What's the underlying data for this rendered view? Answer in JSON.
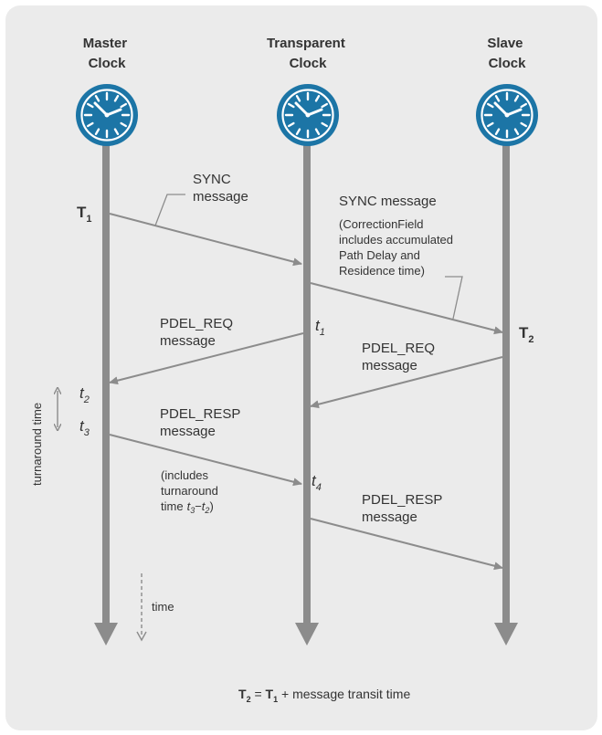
{
  "headers": {
    "master": [
      "Master",
      "Clock"
    ],
    "transparent": [
      "Transparent",
      "Clock"
    ],
    "slave": [
      "Slave",
      "Clock"
    ]
  },
  "messages": {
    "sync_master": [
      "SYNC",
      "message"
    ],
    "sync_tc": "SYNC message",
    "sync_tc_note": [
      "(CorrectionField",
      "includes accumulated",
      "Path Delay and",
      "Residence time)"
    ],
    "pdel_req_left": [
      "PDEL_REQ",
      "message"
    ],
    "pdel_req_right": [
      "PDEL_REQ",
      "message"
    ],
    "pdel_resp_left": [
      "PDEL_RESP",
      "message"
    ],
    "pdel_resp_note": [
      "(includes",
      "turnaround",
      "time"
    ],
    "pdel_resp_right": [
      "PDEL_RESP",
      "message"
    ]
  },
  "timestamps": {
    "T1": {
      "base": "T",
      "sub": "1"
    },
    "T2": {
      "base": "T",
      "sub": "2"
    },
    "t1": {
      "base": "t",
      "sub": "1"
    },
    "t2": {
      "base": "t",
      "sub": "2"
    },
    "t3": {
      "base": "t",
      "sub": "3"
    },
    "t4": {
      "base": "t",
      "sub": "4"
    }
  },
  "note_expr": {
    "a": "t",
    "a_sub": "3",
    "op": "−",
    "b": "t",
    "b_sub": "2",
    "close": ")"
  },
  "side_label": "turnaround time",
  "time_label": "time",
  "formula": {
    "lhs": "T",
    "lhs_sub": "2",
    "eq": " = ",
    "rhs": "T",
    "rhs_sub": "1",
    "rest": " + message transit time"
  },
  "colors": {
    "clock_blue": "#1c75a6",
    "line_gray": "#8c8c8c",
    "background": "#ebebeb",
    "text": "#333333"
  },
  "icons": [
    "clock-icon"
  ]
}
